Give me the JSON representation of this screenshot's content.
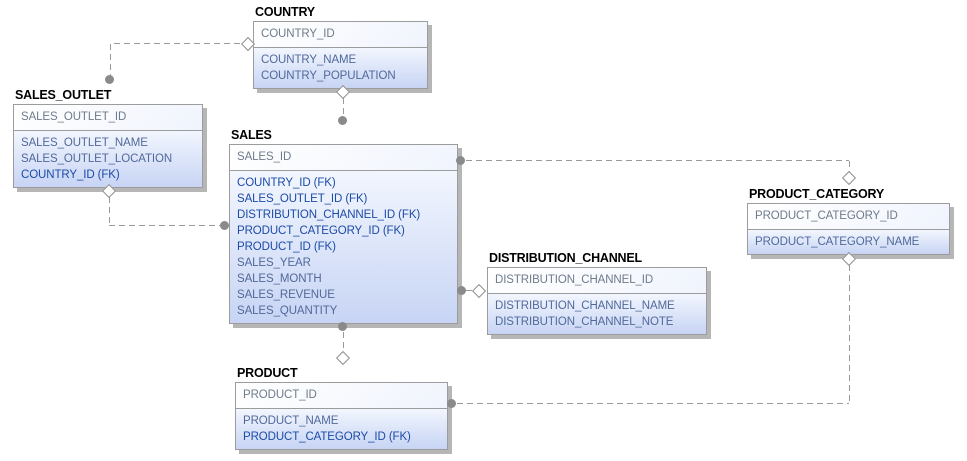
{
  "diagram": {
    "background_color": "#ffffff",
    "colors": {
      "title_text": "#000000",
      "primary_key_text": "#6e7b8a",
      "attribute_text": "#51699a",
      "foreign_key_text": "#1c4ba8",
      "connector_line": "#9a9a9a",
      "box_border": "#9c9c9c",
      "box_shadow": "#b6b6b6",
      "body_gradient_top": "#f2f6fe",
      "body_gradient_bottom": "#c7d4f4"
    },
    "notation": {
      "parent_end_icon": "hollow-diamond-icon",
      "child_end_icon": "filled-dot-icon",
      "line_style": "dashed"
    },
    "entities": [
      {
        "name": "COUNTRY",
        "key_attributes": [
          "COUNTRY_ID"
        ],
        "attributes": [
          "COUNTRY_NAME",
          "COUNTRY_POPULATION"
        ]
      },
      {
        "name": "SALES_OUTLET",
        "key_attributes": [
          "SALES_OUTLET_ID"
        ],
        "attributes": [
          "SALES_OUTLET_NAME",
          "SALES_OUTLET_LOCATION",
          "COUNTRY_ID (FK)"
        ]
      },
      {
        "name": "SALES",
        "key_attributes": [
          "SALES_ID"
        ],
        "attributes": [
          "COUNTRY_ID (FK)",
          "SALES_OUTLET_ID (FK)",
          "DISTRIBUTION_CHANNEL_ID (FK)",
          "PRODUCT_CATEGORY_ID (FK)",
          "PRODUCT_ID (FK)",
          "SALES_YEAR",
          "SALES_MONTH",
          "SALES_REVENUE",
          "SALES_QUANTITY"
        ]
      },
      {
        "name": "DISTRIBUTION_CHANNEL",
        "key_attributes": [
          "DISTRIBUTION_CHANNEL_ID"
        ],
        "attributes": [
          "DISTRIBUTION_CHANNEL_NAME",
          "DISTRIBUTION_CHANNEL_NOTE"
        ]
      },
      {
        "name": "PRODUCT_CATEGORY",
        "key_attributes": [
          "PRODUCT_CATEGORY_ID"
        ],
        "attributes": [
          "PRODUCT_CATEGORY_NAME"
        ]
      },
      {
        "name": "PRODUCT",
        "key_attributes": [
          "PRODUCT_ID"
        ],
        "attributes": [
          "PRODUCT_NAME",
          "PRODUCT_CATEGORY_ID (FK)"
        ]
      }
    ],
    "relationships": [
      {
        "parent": "COUNTRY",
        "child": "SALES_OUTLET"
      },
      {
        "parent": "COUNTRY",
        "child": "SALES"
      },
      {
        "parent": "SALES_OUTLET",
        "child": "SALES"
      },
      {
        "parent": "PRODUCT_CATEGORY",
        "child": "SALES"
      },
      {
        "parent": "DISTRIBUTION_CHANNEL",
        "child": "SALES"
      },
      {
        "parent": "PRODUCT",
        "child": "SALES"
      },
      {
        "parent": "PRODUCT_CATEGORY",
        "child": "PRODUCT"
      }
    ]
  }
}
